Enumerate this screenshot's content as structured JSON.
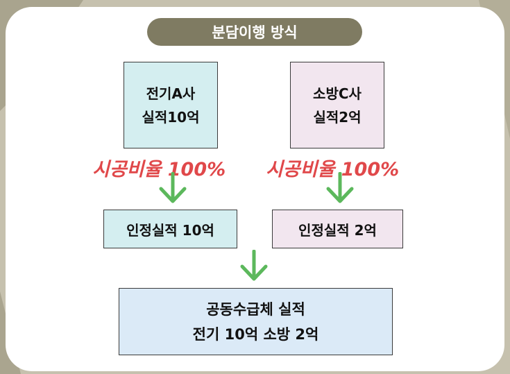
{
  "title": "분담이행 방식",
  "companies": [
    {
      "name": "전기A사",
      "record": "실적10억"
    },
    {
      "name": "소방C사",
      "record": "실적2억"
    }
  ],
  "ratios": [
    "시공비율 100%",
    "시공비율 100%"
  ],
  "recognized": [
    "인정실적 10억",
    "인정실적 2억"
  ],
  "joint": {
    "line1": "공동수급체 실적",
    "line2": "전기 10억 소방 2억"
  },
  "colors": {
    "background": "#c6c1ae",
    "pill": "#7f7b62",
    "electric_box": "#d4eef0",
    "fire_box": "#f2e6ef",
    "joint_box": "#dbeaf7",
    "ratio_text": "#e0484a",
    "arrow": "#5cb85c"
  }
}
